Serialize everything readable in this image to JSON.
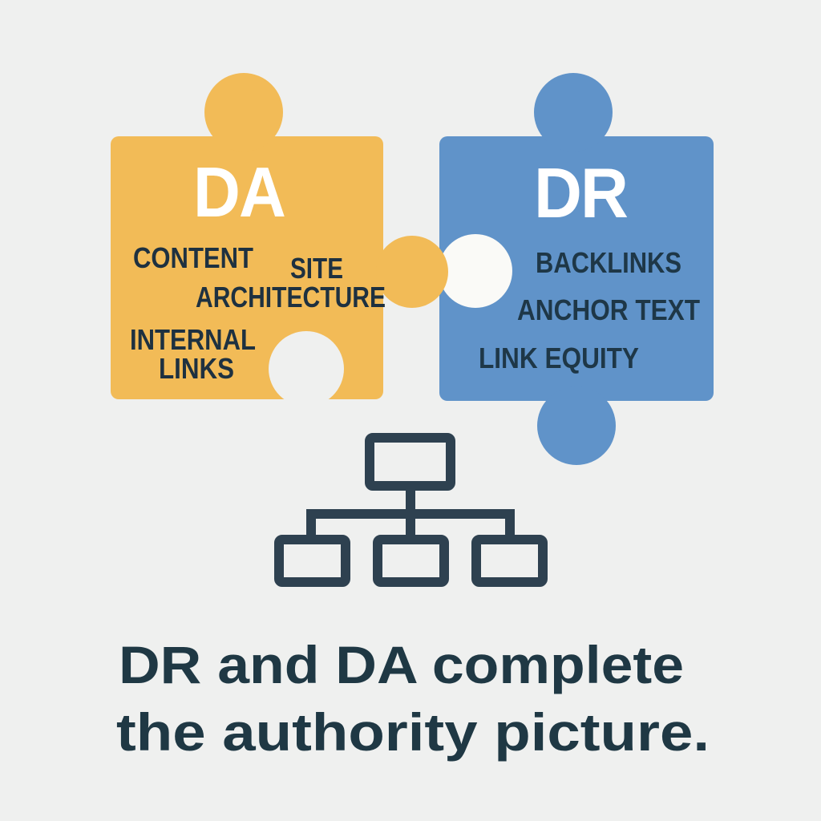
{
  "canvas": {
    "background": "#EFF0EF"
  },
  "left_piece": {
    "abbr": "DA",
    "abbr_color": "#FFFFFF",
    "color": "#F2BB57",
    "text_color": "#1E3140",
    "items": [
      {
        "label": "CONTENT",
        "lines": [
          "CONTENT"
        ]
      },
      {
        "label": "SITE ARCHITECTURE",
        "lines": [
          "SITE",
          "ARCHITECTURE"
        ]
      },
      {
        "label": "INTERNAL LINKS",
        "lines": [
          "INTERNAL",
          "LINKS"
        ]
      }
    ]
  },
  "right_piece": {
    "abbr": "DR",
    "abbr_color": "#FFFFFF",
    "color": "#6093C9",
    "notch_color": "#FAFAF7",
    "text_color": "#1E3747",
    "items": [
      {
        "label": "BACKLINKS"
      },
      {
        "label": "ANCHOR TEXT"
      },
      {
        "label": "LINK EQUITY"
      }
    ]
  },
  "sitemap_icon": {
    "name": "site-hierarchy-icon",
    "color": "#2E4150"
  },
  "caption": {
    "text": "DR and DA complete the authority picture.",
    "lines": [
      "DR and DA complete",
      "the authority picture."
    ],
    "color": "#1F3844"
  }
}
